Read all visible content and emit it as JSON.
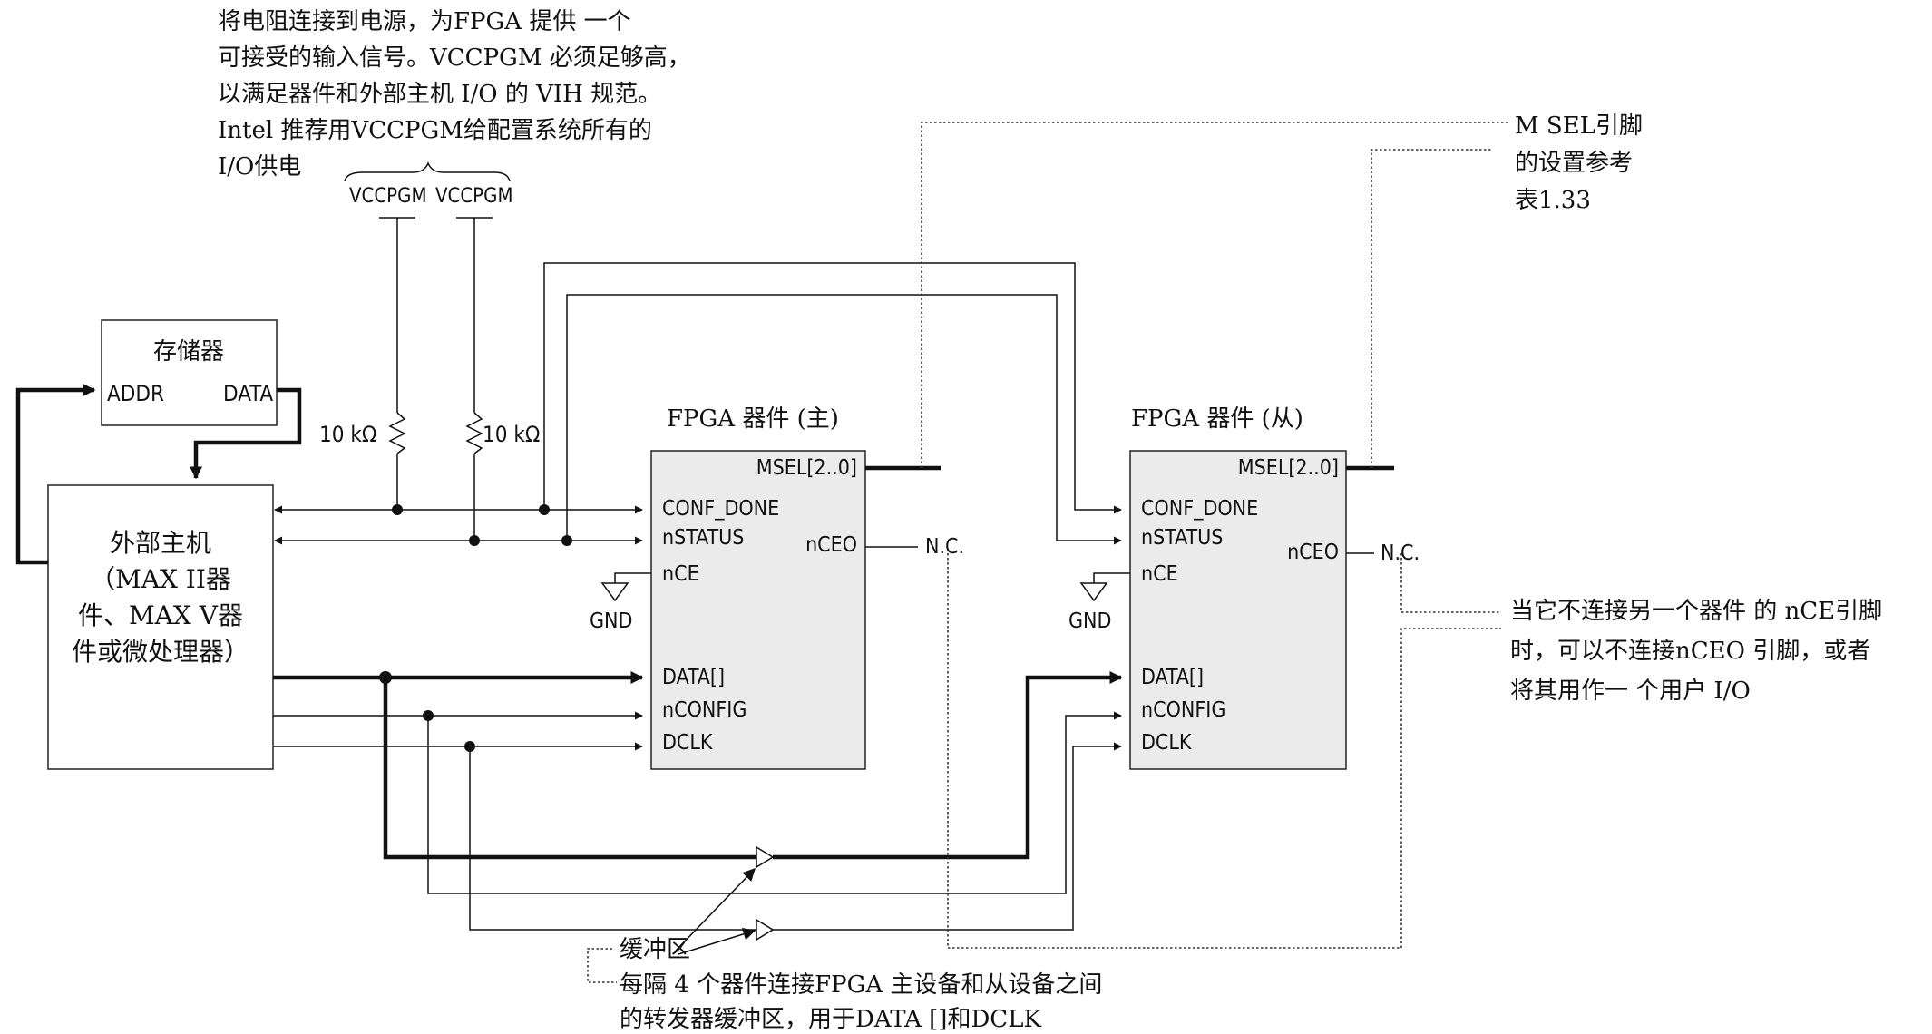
{
  "notes": {
    "top_left": [
      "将电阻连接到电源，为FPGA 提供 一个",
      "可接受的输入信号。VCCPGM 必须足够高，",
      "以满足器件和外部主机 I/O  的 VIH 规范。",
      "Intel 推荐用VCCPGM给配置系统所有的",
      "I/O供电"
    ],
    "msel": [
      "M SEL引脚",
      "的设置参考",
      "表1.33"
    ],
    "nceo": [
      "当它不连接另一个器件 的 nCE引脚",
      "时，可以不连接nCEO 引脚，或者",
      "将其用作一 个用户 I/O"
    ],
    "buffer_title": "缓冲区",
    "buffer_desc": [
      "每隔 4 个器件连接FPGA 主设备和从设备之间",
      "的转发器缓冲区，用于DATA []和DCLK"
    ]
  },
  "power": {
    "vcc_left": "VCCPGM",
    "vcc_right": "VCCPGM",
    "res_left": "10 kΩ",
    "res_right": "10 kΩ"
  },
  "memory": {
    "title": "存储器",
    "addr": "ADDR",
    "data": "DATA"
  },
  "host": {
    "lines": [
      "外部主机",
      "（MAX II器",
      "件、MAX V器",
      "件或微处理器）"
    ]
  },
  "master": {
    "title": "FPGA 器件 (主)",
    "msel": "MSEL[2..0]",
    "conf_done": "CONF_DONE",
    "nstatus": "nSTATUS",
    "nce": "nCE",
    "nceo": "nCEO",
    "data": "DATA[]",
    "nconfig": "nCONFIG",
    "dclk": "DCLK",
    "gnd": "GND",
    "nc": "N.C."
  },
  "slave": {
    "title": "FPGA   器件 (从)",
    "msel": "MSEL[2..0]",
    "conf_done": "CONF_DONE",
    "nstatus": "nSTATUS",
    "nce": "nCE",
    "nceo": "nCEO",
    "data": "DATA[]",
    "nconfig": "nCONFIG",
    "dclk": "DCLK",
    "gnd": "GND",
    "nc": "N.C."
  },
  "colors": {
    "chip_fill": "#ebebeb",
    "line": "#111111"
  }
}
